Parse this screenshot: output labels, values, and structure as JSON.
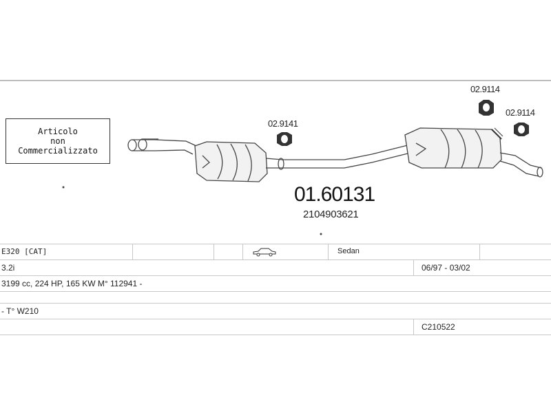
{
  "article_box": {
    "line1": "Articolo",
    "line2": "non",
    "line3": "Commercializzato"
  },
  "part": {
    "number": "01.60131",
    "oem": "2104903621"
  },
  "components": {
    "ref_left": "02.9141",
    "ref_top": "02.9114",
    "ref_right": "02.9114"
  },
  "vehicle": {
    "model": "E320  [CAT]",
    "body_type": "Sedan",
    "engine": "3.2i",
    "years": "06/97 - 03/02",
    "specs": "3199 cc, 224 HP, 165 KW M° 112941 -",
    "chassis": "- T° W210",
    "code": "C210522"
  },
  "icons": [
    "car-sedan-icon",
    "rubber-hanger-icon",
    "pipe-clamp-icon"
  ]
}
